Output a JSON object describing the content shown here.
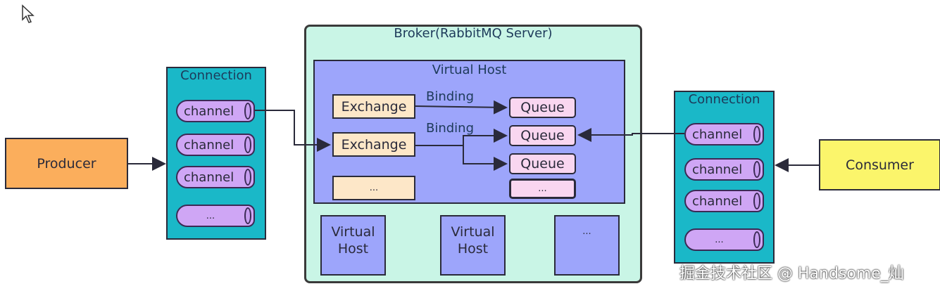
{
  "broker": {
    "title": "Broker(RabbitMQ Server)"
  },
  "virtual_host": {
    "title": "Virtual Host"
  },
  "exchanges": [
    "Exchange",
    "Exchange",
    "..."
  ],
  "bindings": [
    "Binding",
    "Binding"
  ],
  "queues": [
    "Queue",
    "Queue",
    "Queue",
    "..."
  ],
  "virtual_hosts_small": [
    "Virtual Host",
    "Virtual Host",
    "..."
  ],
  "producer": {
    "label": "Producer",
    "color": "#fbae5c"
  },
  "consumer": {
    "label": "Consumer",
    "color": "#fbf56b"
  },
  "left_connection": {
    "title": "Connection",
    "channels": [
      "channel",
      "channel",
      "channel",
      "..."
    ]
  },
  "right_connection": {
    "title": "Connection",
    "channels": [
      "channel",
      "channel",
      "channel",
      "..."
    ]
  },
  "watermark": "掘金技术社区 @ Handsome_灿",
  "colors": {
    "broker_bg": "#c9f5e6",
    "connection_bg": "#1ab8c8",
    "virtual_host_bg": "#9da5fb",
    "channel": "#cfa6f5"
  }
}
